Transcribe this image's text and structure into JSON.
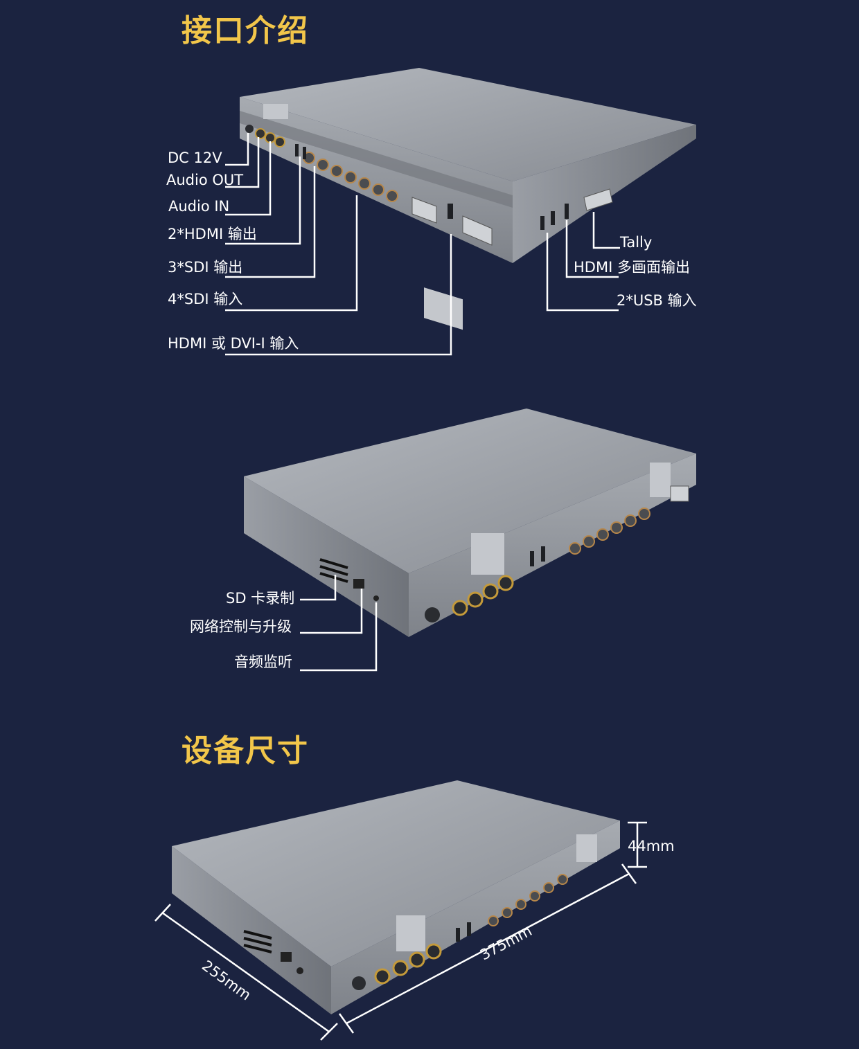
{
  "sections": {
    "interfaces_title": "接口介绍",
    "dimensions_title": "设备尺寸"
  },
  "rear_labels": {
    "dc12v": "DC 12V",
    "audio_out": "Audio OUT",
    "audio_in": "Audio IN",
    "hdmi_out": "2*HDMI 输出",
    "sdi_out": "3*SDI 输出",
    "sdi_in": "4*SDI 输入",
    "hdmi_dvi_in": "HDMI 或 DVI-I 输入",
    "tally": "Tally",
    "hdmi_multiview": "HDMI 多画面输出",
    "usb_in": "2*USB 输入"
  },
  "side_labels": {
    "sd_record": "SD 卡录制",
    "network": "网络控制与升级",
    "audio_monitor": "音频监听"
  },
  "dimensions": {
    "height": "44mm",
    "depth": "255mm",
    "width": "375mm"
  },
  "colors": {
    "background": "#1b2340",
    "title_accent": "#f2c64a",
    "chassis": "#8e9299",
    "chassis_top": "#a2a6ad"
  }
}
